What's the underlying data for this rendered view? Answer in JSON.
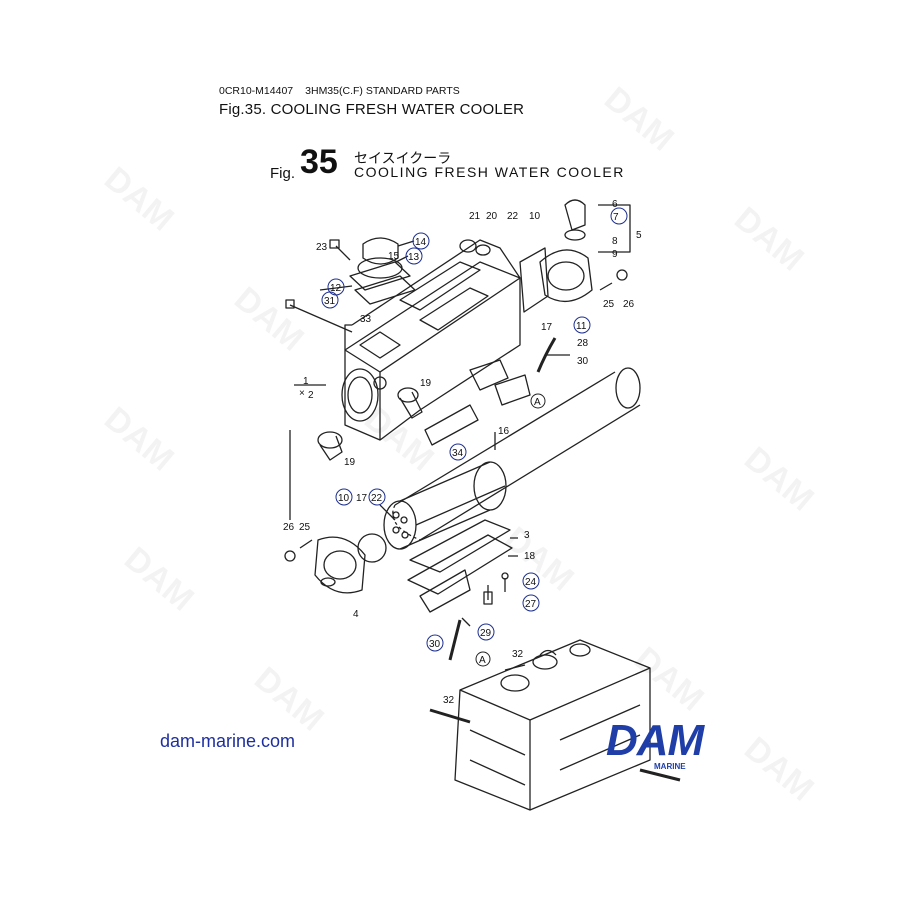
{
  "header": {
    "code": "0CR10-M14407",
    "model": "3HM35(C.F) STANDARD PARTS",
    "fig_title": "Fig.35.  COOLING FRESH WATER COOLER"
  },
  "figure_block": {
    "fig_label": "Fig.",
    "fig_number": "35",
    "japanese_title": "セイスイクーラ",
    "english_title": "COOLING FRESH WATER COOLER"
  },
  "part_labels": [
    "1",
    "2",
    "3",
    "4",
    "5",
    "6",
    "8",
    "9",
    "10",
    "15",
    "16",
    "17",
    "18",
    "19",
    "20",
    "21",
    "22",
    "23",
    "25",
    "26",
    "28",
    "30",
    "32",
    "33"
  ],
  "callouts": [
    "7",
    "10",
    "11",
    "12",
    "13",
    "14",
    "22",
    "24",
    "27",
    "29",
    "30",
    "31",
    "34"
  ],
  "ref_markers": [
    "A"
  ],
  "footer": {
    "website": "dam-marine.com",
    "logo_text": "DAM",
    "logo_sub": "MARINE"
  },
  "watermark": "DAM",
  "colors": {
    "callout": "#1d2f8f",
    "brand": "#1f3ea8"
  }
}
